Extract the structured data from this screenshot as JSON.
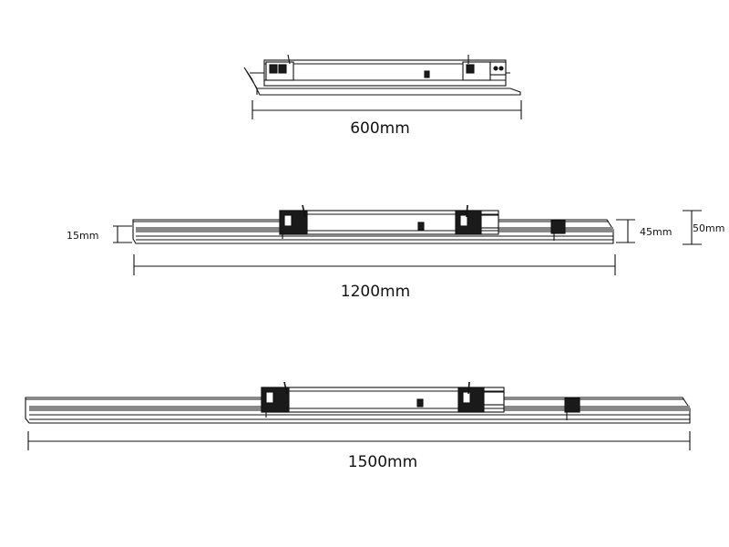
{
  "fixtures": [
    {
      "id": "fixture-600",
      "length_label": "600mm"
    },
    {
      "id": "fixture-1200",
      "length_label": "1200mm"
    },
    {
      "id": "fixture-1500",
      "length_label": "1500mm"
    }
  ],
  "side_dimensions": {
    "height_15": "15mm",
    "height_45": "45mm",
    "height_50": "50mm"
  },
  "colors": {
    "line": "#111111",
    "fill_dark": "#1a1a1a",
    "bar_mid": "#d8d8d8"
  }
}
